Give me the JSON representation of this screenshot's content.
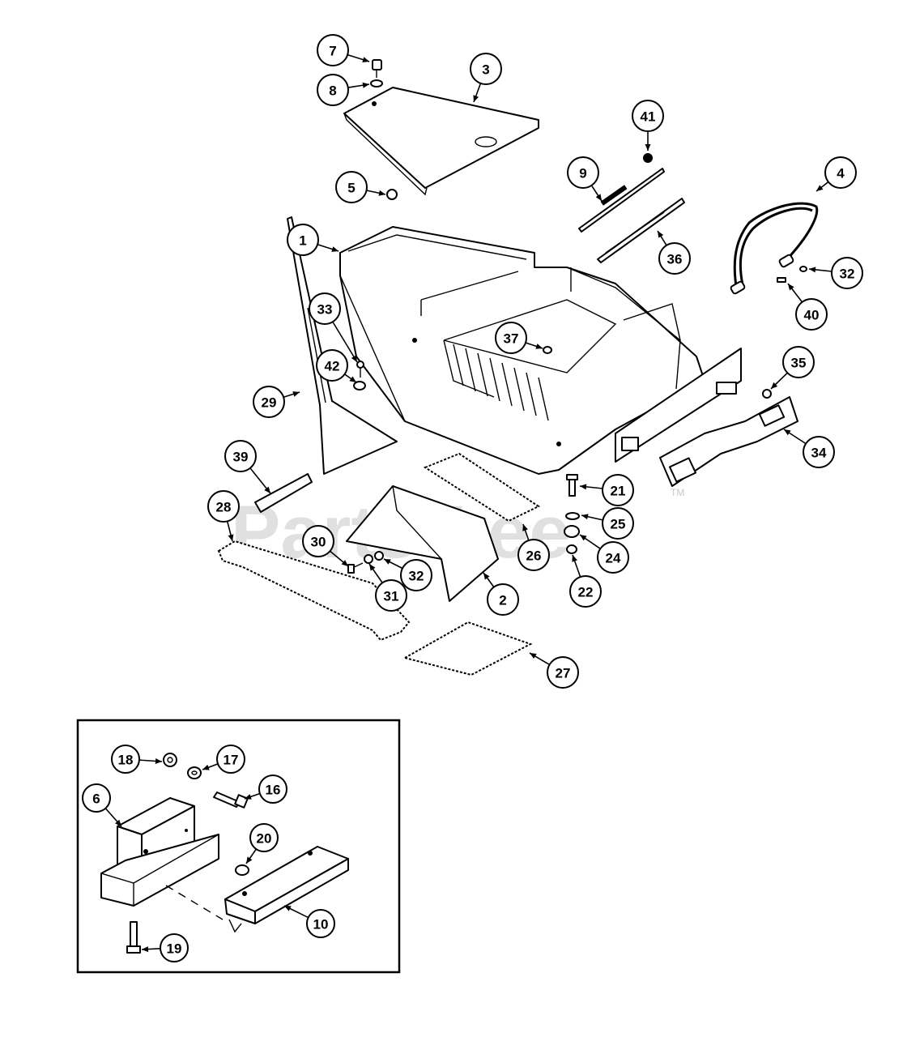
{
  "watermark": {
    "text": "PartsTree",
    "tm": "TM"
  },
  "callouts": [
    {
      "label": "7"
    },
    {
      "label": "8"
    },
    {
      "label": "3"
    },
    {
      "label": "41"
    },
    {
      "label": "9"
    },
    {
      "label": "4"
    },
    {
      "label": "5"
    },
    {
      "label": "1"
    },
    {
      "label": "36"
    },
    {
      "label": "32"
    },
    {
      "label": "33"
    },
    {
      "label": "40"
    },
    {
      "label": "37"
    },
    {
      "label": "42"
    },
    {
      "label": "35"
    },
    {
      "label": "29"
    },
    {
      "label": "34"
    },
    {
      "label": "39"
    },
    {
      "label": "21"
    },
    {
      "label": "28"
    },
    {
      "label": "25"
    },
    {
      "label": "26"
    },
    {
      "label": "24"
    },
    {
      "label": "30"
    },
    {
      "label": "32"
    },
    {
      "label": "31"
    },
    {
      "label": "2"
    },
    {
      "label": "22"
    },
    {
      "label": "27"
    },
    {
      "label": "18"
    },
    {
      "label": "17"
    },
    {
      "label": "16"
    },
    {
      "label": "6"
    },
    {
      "label": "20"
    },
    {
      "label": "10"
    },
    {
      "label": "19"
    }
  ]
}
